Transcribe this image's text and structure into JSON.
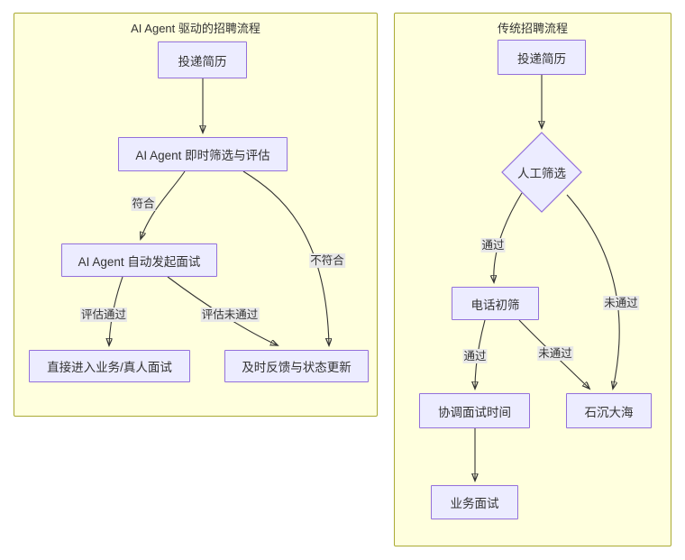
{
  "diagram": {
    "type": "flowchart",
    "title_left": "AI Agent 驱动的招聘流程",
    "title_right": "传统招聘流程",
    "colors": {
      "subgraph_fill": "#ffffde",
      "subgraph_border": "#aaaa33",
      "node_fill": "#ececff",
      "node_border": "#9370db",
      "edge_stroke": "#333333",
      "edge_label_bg": "#e8e8e8",
      "text": "#333333"
    }
  },
  "left_panel": {
    "title": "AI Agent 驱动的招聘流程",
    "nodes": {
      "submit_resume": "投递简历",
      "ai_screen": "AI Agent 即时筛选与评估",
      "ai_interview": "AI Agent 自动发起面试",
      "direct_business": "直接进入业务/真人面试",
      "feedback": "及时反馈与状态更新"
    },
    "edge_labels": {
      "match": "符合",
      "no_match": "不符合",
      "eval_pass": "评估通过",
      "eval_fail": "评估未通过"
    }
  },
  "right_panel": {
    "title": "传统招聘流程",
    "nodes": {
      "submit_resume": "投递简历",
      "manual_screen": "人工筛选",
      "phone_screen": "电话初筛",
      "schedule": "协调面试时间",
      "business_interview": "业务面试",
      "black_hole": "石沉大海"
    },
    "edge_labels": {
      "pass_1": "通过",
      "fail_1": "未通过",
      "pass_2": "通过",
      "fail_2": "未通过"
    }
  }
}
